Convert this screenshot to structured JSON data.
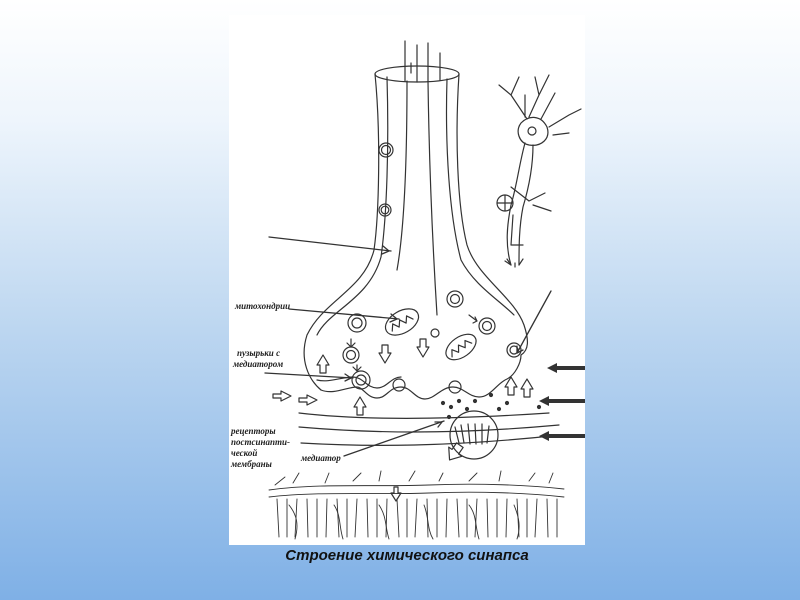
{
  "caption": "Строение химического синапса",
  "labels": {
    "mitochondria": "митохондрии",
    "vesicles_line1": "пузырьки с",
    "vesicles_line2": "медиатором",
    "receptors_line1": "рецепторы",
    "receptors_line2": "постсинапти-",
    "receptors_line3": "ческой",
    "receptors_line4": "мембраны",
    "mediator": "медиатор"
  },
  "colors": {
    "ink": "#333333",
    "background_top": "#ffffff",
    "background_bottom": "#7fb0e6",
    "figure_bg": "#ffffff"
  }
}
